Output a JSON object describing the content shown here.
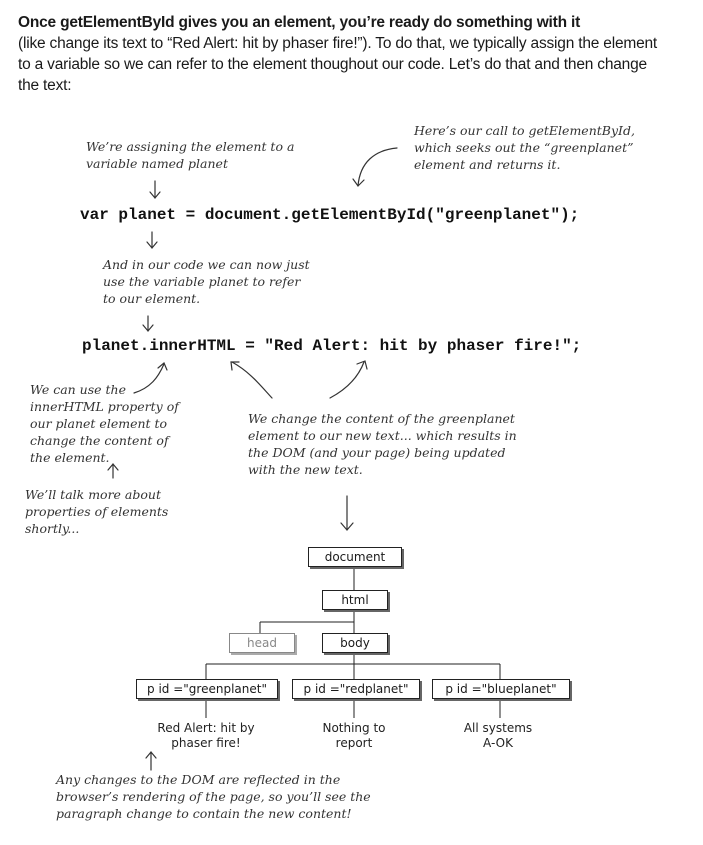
{
  "intro": {
    "lead": "Once getElementById gives you an element, you’re ready do something with it",
    "body": "(like change its text to “Red Alert: hit by phaser fire!”). To do that, we typically assign the element to a variable so we can refer to the element thoughout our code. Let’s do that and then change the text:"
  },
  "code": {
    "line1": "var planet = document.getElementById(\"greenplanet\");",
    "line2": "planet.innerHTML = \"Red Alert: hit by phaser fire!\";"
  },
  "notes": {
    "assign": "We’re assigning the element to a\nvariable named planet",
    "call": "Here’s our call to getElementById,\nwhich seeks out the “greenplanet”\nelement and returns it.",
    "use_var": "And in our code we can now just\nuse the variable planet to refer\nto our element.",
    "innerhtml": "We can use the\ninnerHTML property of\nour planet element to\nchange the content of\nthe element.",
    "properties": "We’ll talk more about\nproperties of elements\nshortly...",
    "change": "We change the content of the greenplanet\nelement to our new text... which results in\nthe DOM (and your page) being updated\nwith the new text.",
    "reflected": "Any changes to the DOM are reflected in the\nbrowser’s rendering of the page, so you’ll see the\nparagraph change to contain the new content!"
  },
  "tree": {
    "document": "document",
    "html": "html",
    "head": "head",
    "body": "body",
    "p1": "p id =\"greenplanet\"",
    "p2": "p id =\"redplanet\"",
    "p3": "p id =\"blueplanet\"",
    "t1": "Red Alert: hit by\nphaser fire!",
    "t2": "Nothing to\nreport",
    "t3": "All systems\nA-OK"
  }
}
